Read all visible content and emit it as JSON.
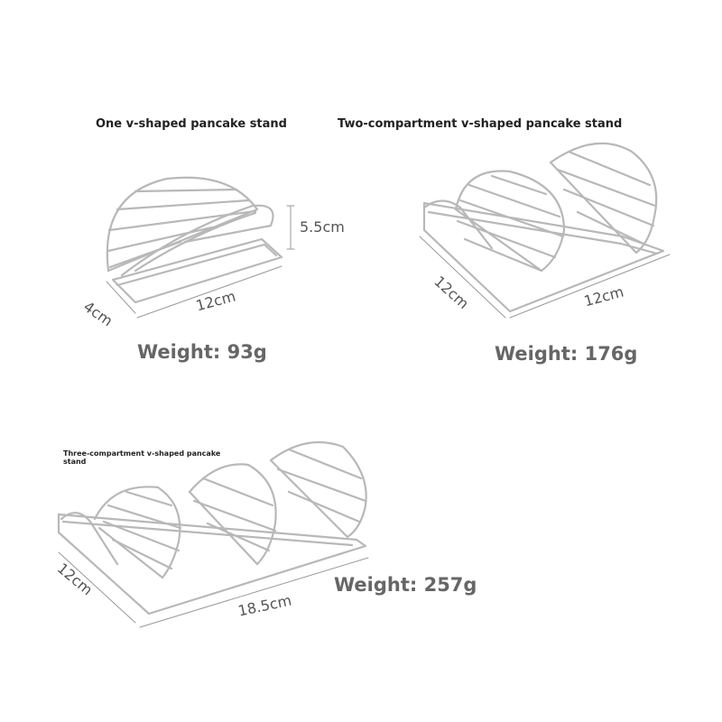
{
  "products": [
    {
      "title": "One v-shaped pancake stand",
      "weight": "Weight: 93g",
      "dims": {
        "height": "5.5cm",
        "depth": "4cm",
        "length": "12cm"
      }
    },
    {
      "title": "Two-compartment v-shaped pancake stand",
      "weight": "Weight: 176g",
      "dims": {
        "depth": "12cm",
        "length": "12cm"
      }
    },
    {
      "title": "Three-compartment v-shaped pancake stand",
      "weight": "Weight: 257g",
      "dims": {
        "depth": "12cm",
        "length": "18.5cm"
      }
    }
  ],
  "colors": {
    "metal": "#b8b8b8",
    "dimension_line": "#999999",
    "weight_text": "#666666"
  }
}
